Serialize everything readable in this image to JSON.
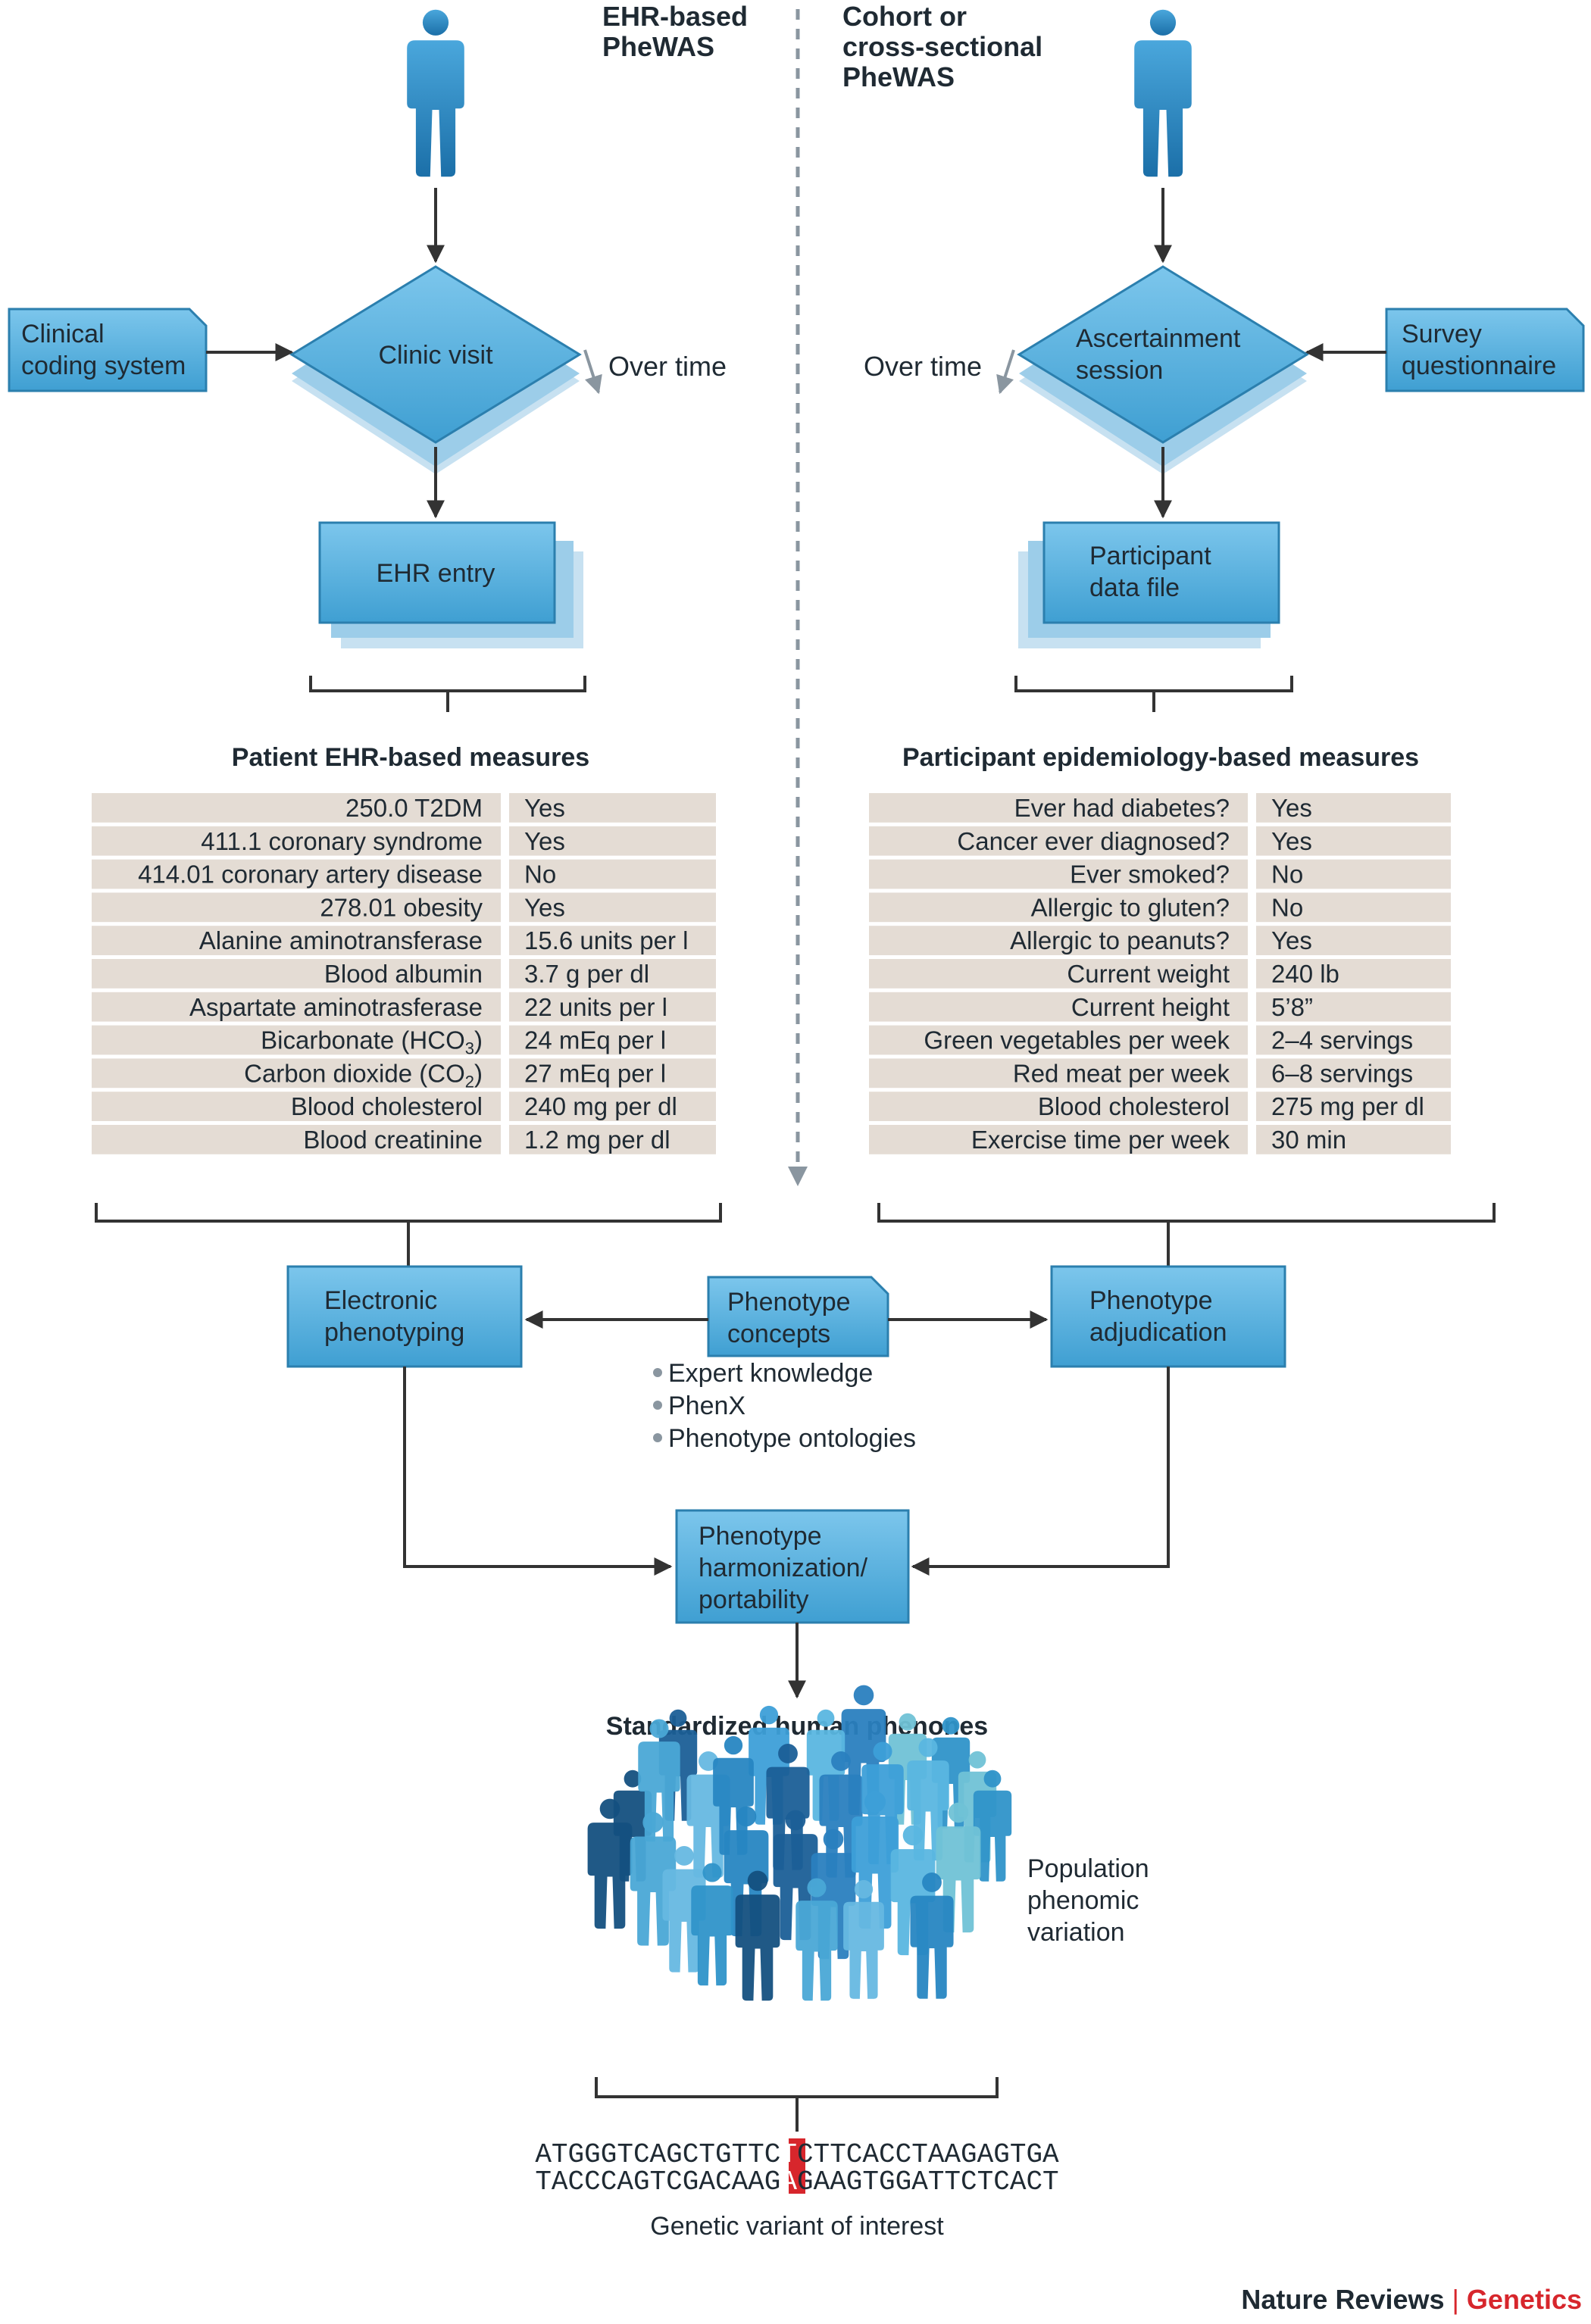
{
  "headers": {
    "left": [
      "EHR-based",
      "PheWAS"
    ],
    "right": [
      "Cohort or",
      "cross-sectional",
      "PheWAS"
    ]
  },
  "left_flow": {
    "coding_system": [
      "Clinical",
      "coding system"
    ],
    "visit": "Clinic visit",
    "over_time": "Over time",
    "entry": "EHR entry",
    "measures_title": "Patient EHR-based measures",
    "measures": [
      {
        "label": "250.0 T2DM",
        "value": "Yes"
      },
      {
        "label": "411.1 coronary syndrome",
        "value": "Yes"
      },
      {
        "label": "414.01 coronary artery disease",
        "value": "No"
      },
      {
        "label": "278.01 obesity",
        "value": "Yes"
      },
      {
        "label": "Alanine aminotransferase",
        "value": "15.6 units per l"
      },
      {
        "label": "Blood albumin",
        "value": "3.7 g per dl"
      },
      {
        "label": "Aspartate aminotrasferase",
        "value": "22 units per l"
      },
      {
        "label": "Bicarbonate (HCO",
        "sub": "3",
        "tail": ")",
        "value": "24 mEq per l"
      },
      {
        "label": "Carbon dioxide (CO",
        "sub": "2",
        "tail": ")",
        "value": "27 mEq per l"
      },
      {
        "label": "Blood cholesterol",
        "value": "240 mg per dl"
      },
      {
        "label": "Blood creatinine",
        "value": "1.2 mg per dl"
      }
    ]
  },
  "right_flow": {
    "questionnaire": [
      "Survey",
      "questionnaire"
    ],
    "session": [
      "Ascertainment",
      "session"
    ],
    "over_time": "Over time",
    "data_file": [
      "Participant",
      "data file"
    ],
    "measures_title": "Participant epidemiology-based measures",
    "measures": [
      {
        "label": "Ever had diabetes?",
        "value": "Yes"
      },
      {
        "label": "Cancer ever diagnosed?",
        "value": "Yes"
      },
      {
        "label": "Ever smoked?",
        "value": "No"
      },
      {
        "label": "Allergic to gluten?",
        "value": "No"
      },
      {
        "label": "Allergic to peanuts?",
        "value": "Yes"
      },
      {
        "label": "Current weight",
        "value": "240 lb"
      },
      {
        "label": "Current height",
        "value": "5’8”"
      },
      {
        "label": "Green vegetables per week",
        "value": "2–4 servings"
      },
      {
        "label": "Red meat per week",
        "value": "6–8 servings"
      },
      {
        "label": "Blood cholesterol",
        "value": "275 mg per dl"
      },
      {
        "label": "Exercise time per week",
        "value": "30 min"
      }
    ]
  },
  "merge": {
    "electronic": [
      "Electronic",
      "phenotyping"
    ],
    "concepts": [
      "Phenotype",
      "concepts"
    ],
    "adjudication": [
      "Phenotype",
      "adjudication"
    ],
    "bullets": [
      "Expert knowledge",
      "PhenX",
      "Phenotype ontologies"
    ],
    "harmonization": [
      "Phenotype",
      "harmonization/",
      "portability"
    ],
    "phenones_title": "Standardized human phenones",
    "population": [
      "Population",
      "phenomic",
      "variation"
    ]
  },
  "dna": {
    "top": {
      "before": "ATGGGTCAGCTGTTC",
      "variant": "T",
      "after": "CTTCACCTAAGAGTGA"
    },
    "bottom": {
      "before": "TACCCAGTCGACAAG",
      "variant": "A",
      "after": "GAAGTGGATTCTCACT"
    },
    "caption": "Genetic variant of interest"
  },
  "credit": {
    "journal": "Nature Reviews",
    "separator": "|",
    "section": "Genetics"
  },
  "colors": {
    "box_fill": "#5bb3e0",
    "box_stroke": "#2b7fae",
    "stack_1": "#9ccde9",
    "stack_2": "#c7e1f1",
    "row_bg": "#e4dcd4",
    "arrow": "#333333",
    "dash": "#8a96a0",
    "variant": "#d7262c",
    "section": "#d7262c"
  }
}
